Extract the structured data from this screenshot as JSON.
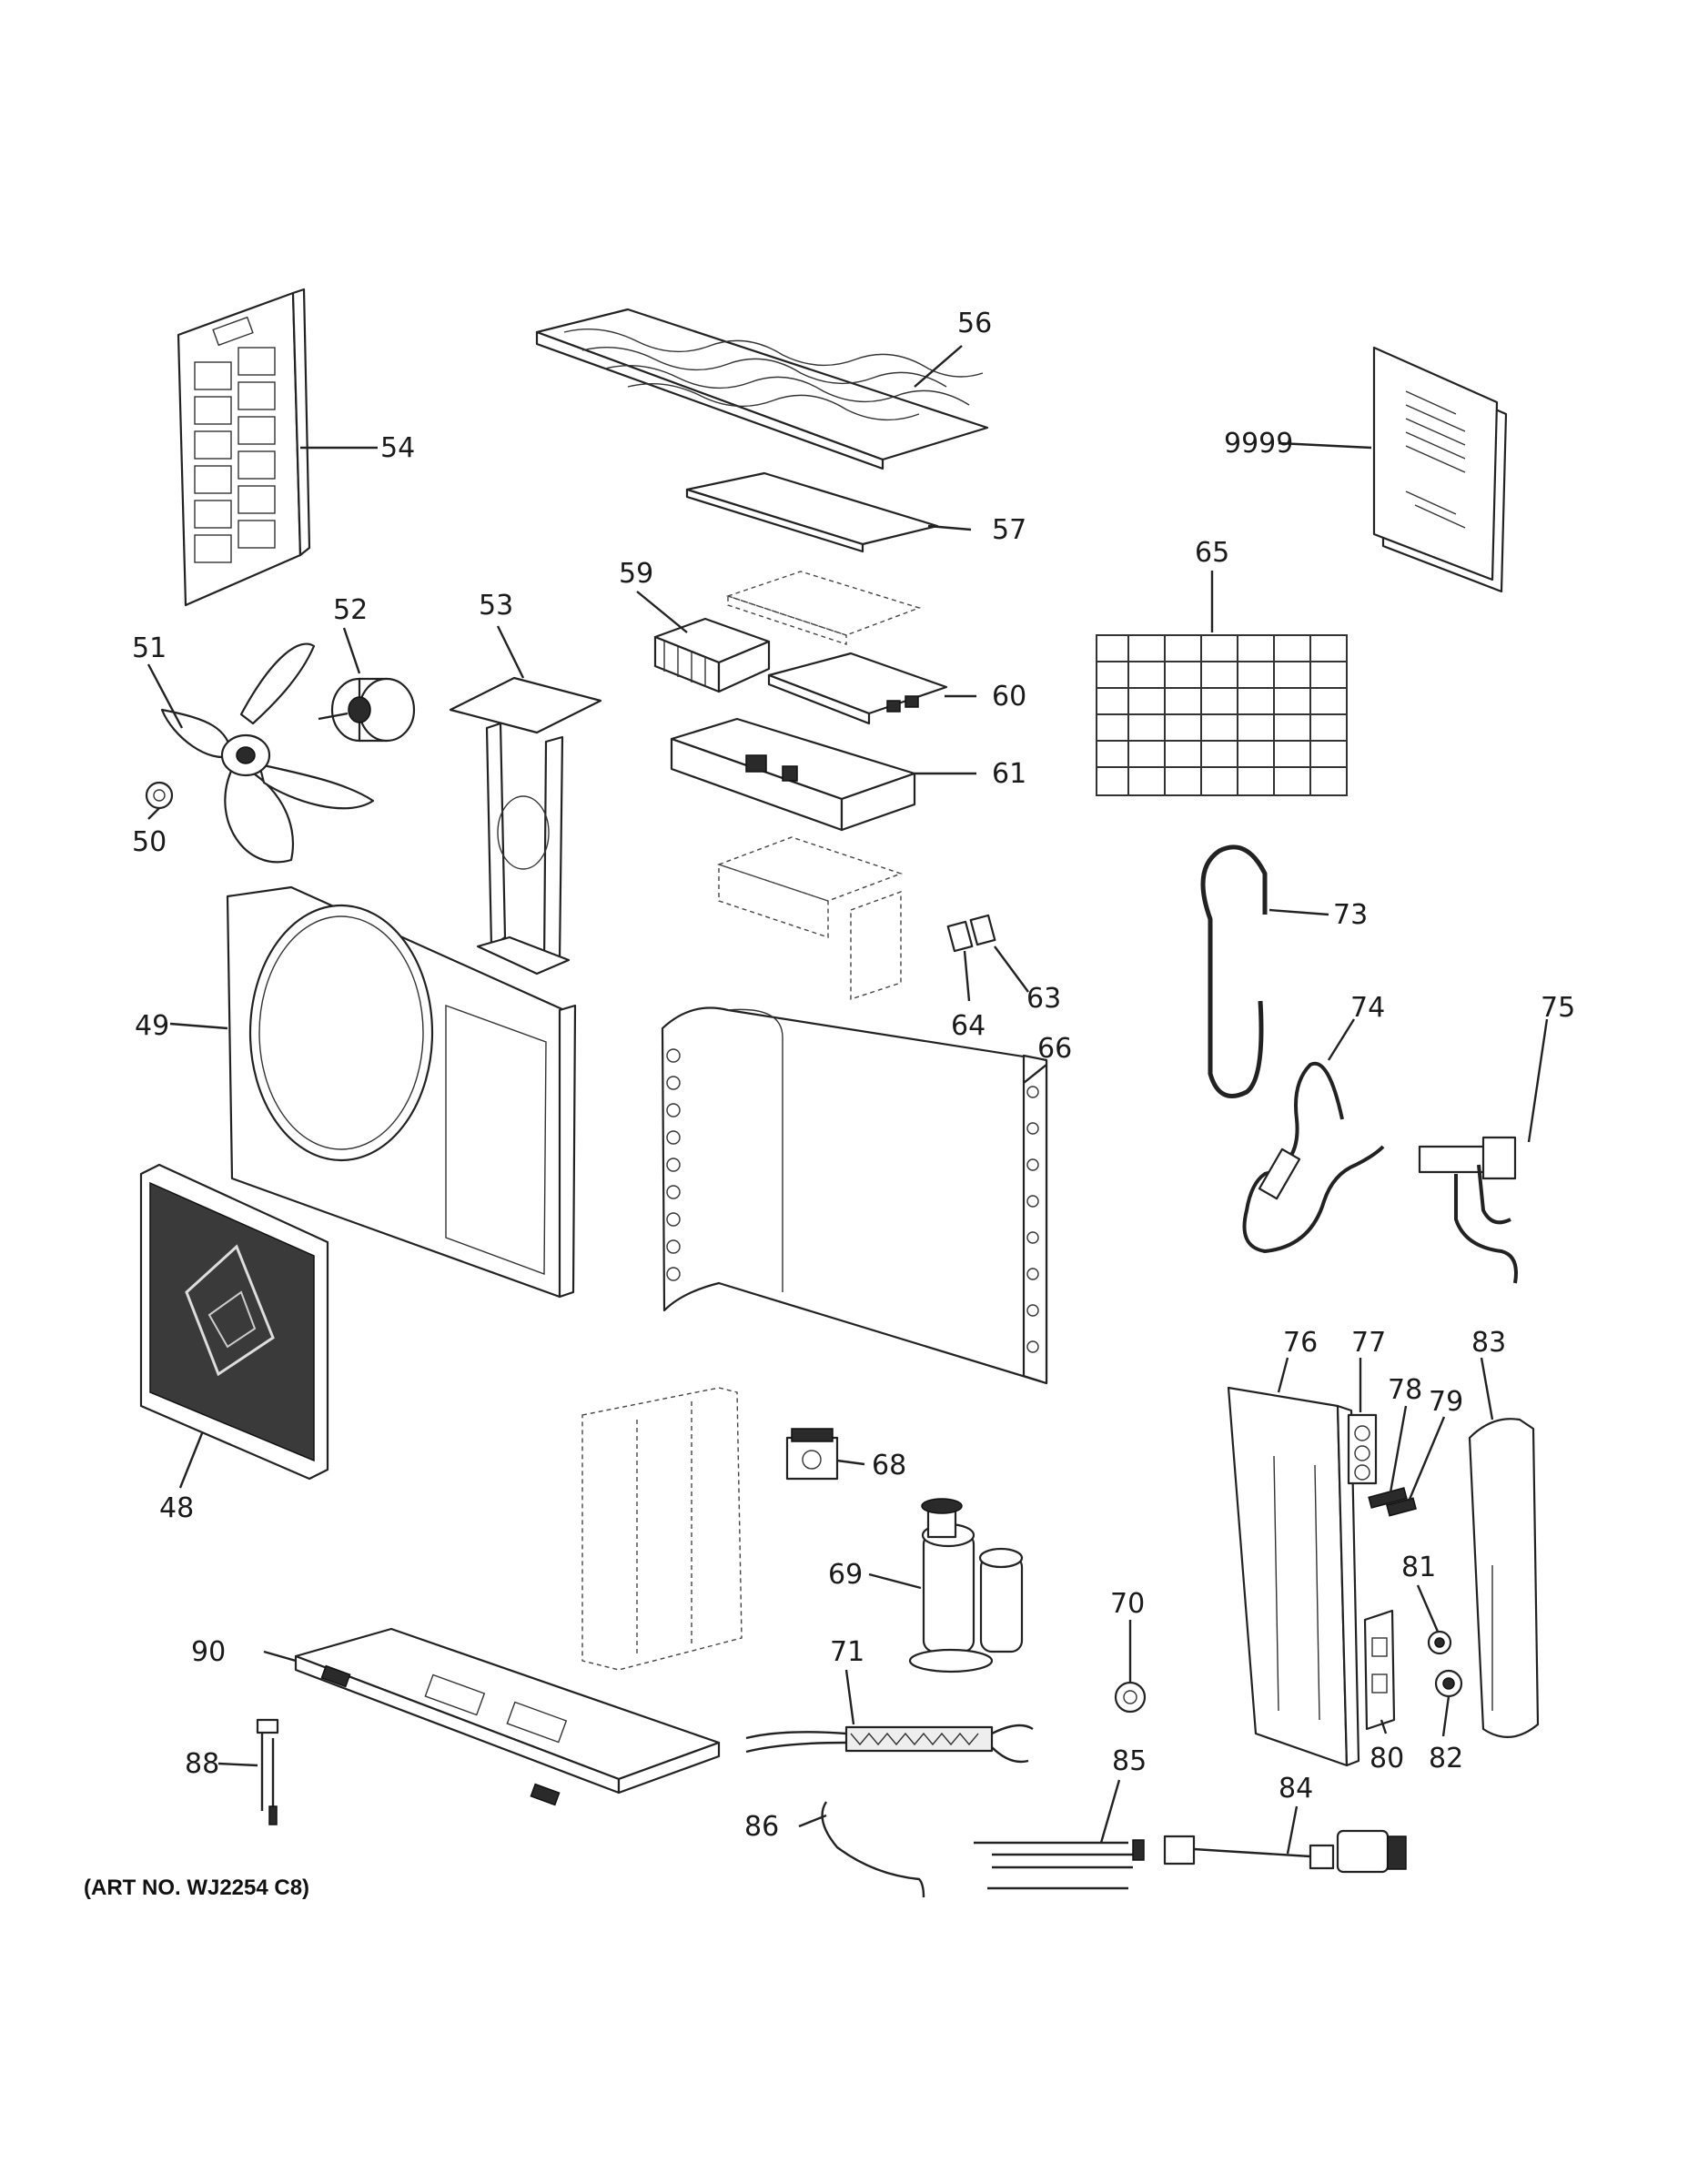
{
  "diagram": {
    "art_number": "(ART NO. WJ2254 C8)",
    "callouts": {
      "c48": "48",
      "c49": "49",
      "c50": "50",
      "c51": "51",
      "c52": "52",
      "c53": "53",
      "c54": "54",
      "c56": "56",
      "c57": "57",
      "c59": "59",
      "c60": "60",
      "c61": "61",
      "c63": "63",
      "c64": "64",
      "c65": "65",
      "c66": "66",
      "c68": "68",
      "c69": "69",
      "c70": "70",
      "c71": "71",
      "c73": "73",
      "c74": "74",
      "c75": "75",
      "c76": "76",
      "c77": "77",
      "c78": "78",
      "c79": "79",
      "c80": "80",
      "c81": "81",
      "c82": "82",
      "c83": "83",
      "c84": "84",
      "c85": "85",
      "c86": "86",
      "c88": "88",
      "c90": "90",
      "c9999": "9999"
    }
  }
}
